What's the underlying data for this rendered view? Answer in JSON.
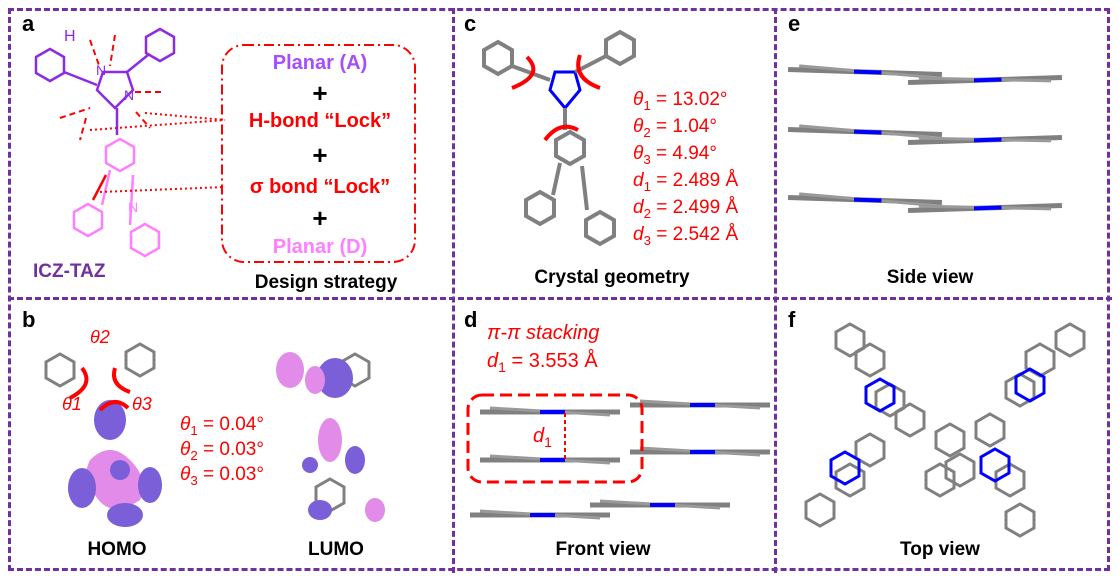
{
  "panels": {
    "a": {
      "label": "a",
      "molecule_name": "ICZ-TAZ",
      "caption": "Design strategy",
      "strategy": [
        "Planar (A)",
        "+",
        "H-bond “Lock”",
        "+",
        "σ bond “Lock”",
        "+",
        "Planar (D)"
      ],
      "atoms": {
        "H": "H",
        "N": "N"
      }
    },
    "b": {
      "label": "b",
      "homo": "HOMO",
      "lumo": "LUMO",
      "angle_labels": [
        "θ1",
        "θ2",
        "θ3"
      ],
      "params": [
        {
          "sym": "θ",
          "sub": "1",
          "val": " = 0.04°"
        },
        {
          "sym": "θ",
          "sub": "2",
          "val": " = 0.03°"
        },
        {
          "sym": "θ",
          "sub": "3",
          "val": " = 0.03°"
        }
      ]
    },
    "c": {
      "label": "c",
      "caption": "Crystal geometry",
      "params": [
        {
          "sym": "θ",
          "sub": "1",
          "val": " = 13.02°"
        },
        {
          "sym": "θ",
          "sub": "2",
          "val": " = 1.04°"
        },
        {
          "sym": "θ",
          "sub": "3",
          "val": " = 4.94°"
        },
        {
          "sym": "d",
          "sub": "1",
          "val": " = 2.489 Å"
        },
        {
          "sym": "d",
          "sub": "2",
          "val": " = 2.499 Å"
        },
        {
          "sym": "d",
          "sub": "3",
          "val": " = 2.542 Å"
        }
      ]
    },
    "d": {
      "label": "d",
      "caption": "Front view",
      "stacking": "π-π stacking",
      "distance": {
        "sym": "d",
        "sub": "1",
        "val": " = 3.553 Å"
      },
      "box_label": {
        "sym": "d",
        "sub": "1"
      }
    },
    "e": {
      "label": "e",
      "caption": "Side view"
    },
    "f": {
      "label": "f",
      "caption": "Top view"
    }
  },
  "colors": {
    "border": "#7030a0",
    "acceptor": "#8b2be2",
    "donor": "#ff80ff",
    "lock": "#ff0000",
    "name": "#7030a0",
    "carbon": "#808080",
    "nitrogen": "#0000ff",
    "homo_lumo_neg": "#7b5fd9",
    "homo_lumo_pos": "#e28be8"
  }
}
